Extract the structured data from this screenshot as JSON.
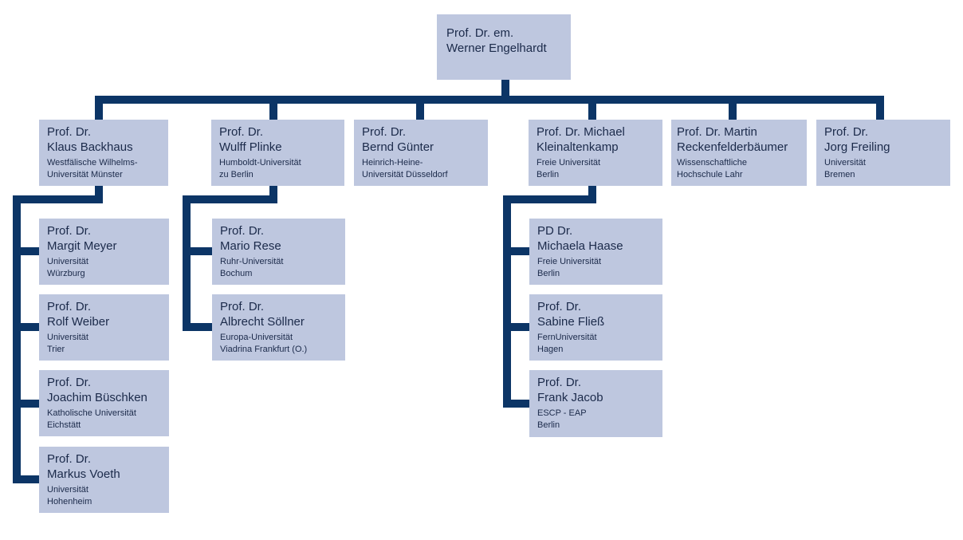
{
  "diagram": {
    "line_color": "#0c3566",
    "box_color": "#bec7df",
    "nodes": {
      "root": {
        "line1": "Prof. Dr. em.",
        "line2": "Werner Engelhardt",
        "sub1": "",
        "sub2": ""
      },
      "backhaus": {
        "line1": "Prof. Dr.",
        "line2": "Klaus Backhaus",
        "sub1": "Westfälische Wilhelms-",
        "sub2": "Universität Münster"
      },
      "plinke": {
        "line1": "Prof. Dr.",
        "line2": "Wulff Plinke",
        "sub1": "Humboldt-Universität",
        "sub2": "zu Berlin"
      },
      "guenter": {
        "line1": "Prof. Dr.",
        "line2": "Bernd Günter",
        "sub1": "Heinrich-Heine-",
        "sub2": "Universität Düsseldorf"
      },
      "kleinaltenkamp": {
        "line1": "Prof. Dr. Michael",
        "line2": "Kleinaltenkamp",
        "sub1": "Freie Universität",
        "sub2": "Berlin"
      },
      "reckenfelderbaeumer": {
        "line1": "Prof. Dr. Martin",
        "line2": "Reckenfelderbäumer",
        "sub1": "Wissenschaftliche",
        "sub2": "Hochschule Lahr"
      },
      "freiling": {
        "line1": "Prof. Dr.",
        "line2": "Jorg Freiling",
        "sub1": "Universität",
        "sub2": "Bremen"
      },
      "meyer": {
        "line1": "Prof. Dr.",
        "line2": "Margit Meyer",
        "sub1": "Universität",
        "sub2": "Würzburg"
      },
      "weiber": {
        "line1": "Prof. Dr.",
        "line2": "Rolf Weiber",
        "sub1": "Universität",
        "sub2": "Trier"
      },
      "bueschken": {
        "line1": "Prof. Dr.",
        "line2": "Joachim Büschken",
        "sub1": "Katholische Universität",
        "sub2": "Eichstätt"
      },
      "voeth": {
        "line1": "Prof. Dr.",
        "line2": "Markus Voeth",
        "sub1": "Universität",
        "sub2": "Hohenheim"
      },
      "rese": {
        "line1": "Prof. Dr.",
        "line2": "Mario Rese",
        "sub1": "Ruhr-Universität",
        "sub2": "Bochum"
      },
      "soellner": {
        "line1": "Prof. Dr.",
        "line2": "Albrecht Söllner",
        "sub1": "Europa-Universität",
        "sub2": "Viadrina Frankfurt (O.)"
      },
      "haase": {
        "line1": "PD Dr.",
        "line2": "Michaela Haase",
        "sub1": "Freie Universität",
        "sub2": "Berlin"
      },
      "fliess": {
        "line1": "Prof. Dr.",
        "line2": "Sabine Fließ",
        "sub1": "FernUniversität",
        "sub2": "Hagen"
      },
      "jacob": {
        "line1": "Prof. Dr.",
        "line2": "Frank Jacob",
        "sub1": "ESCP - EAP",
        "sub2": "Berlin"
      }
    }
  }
}
